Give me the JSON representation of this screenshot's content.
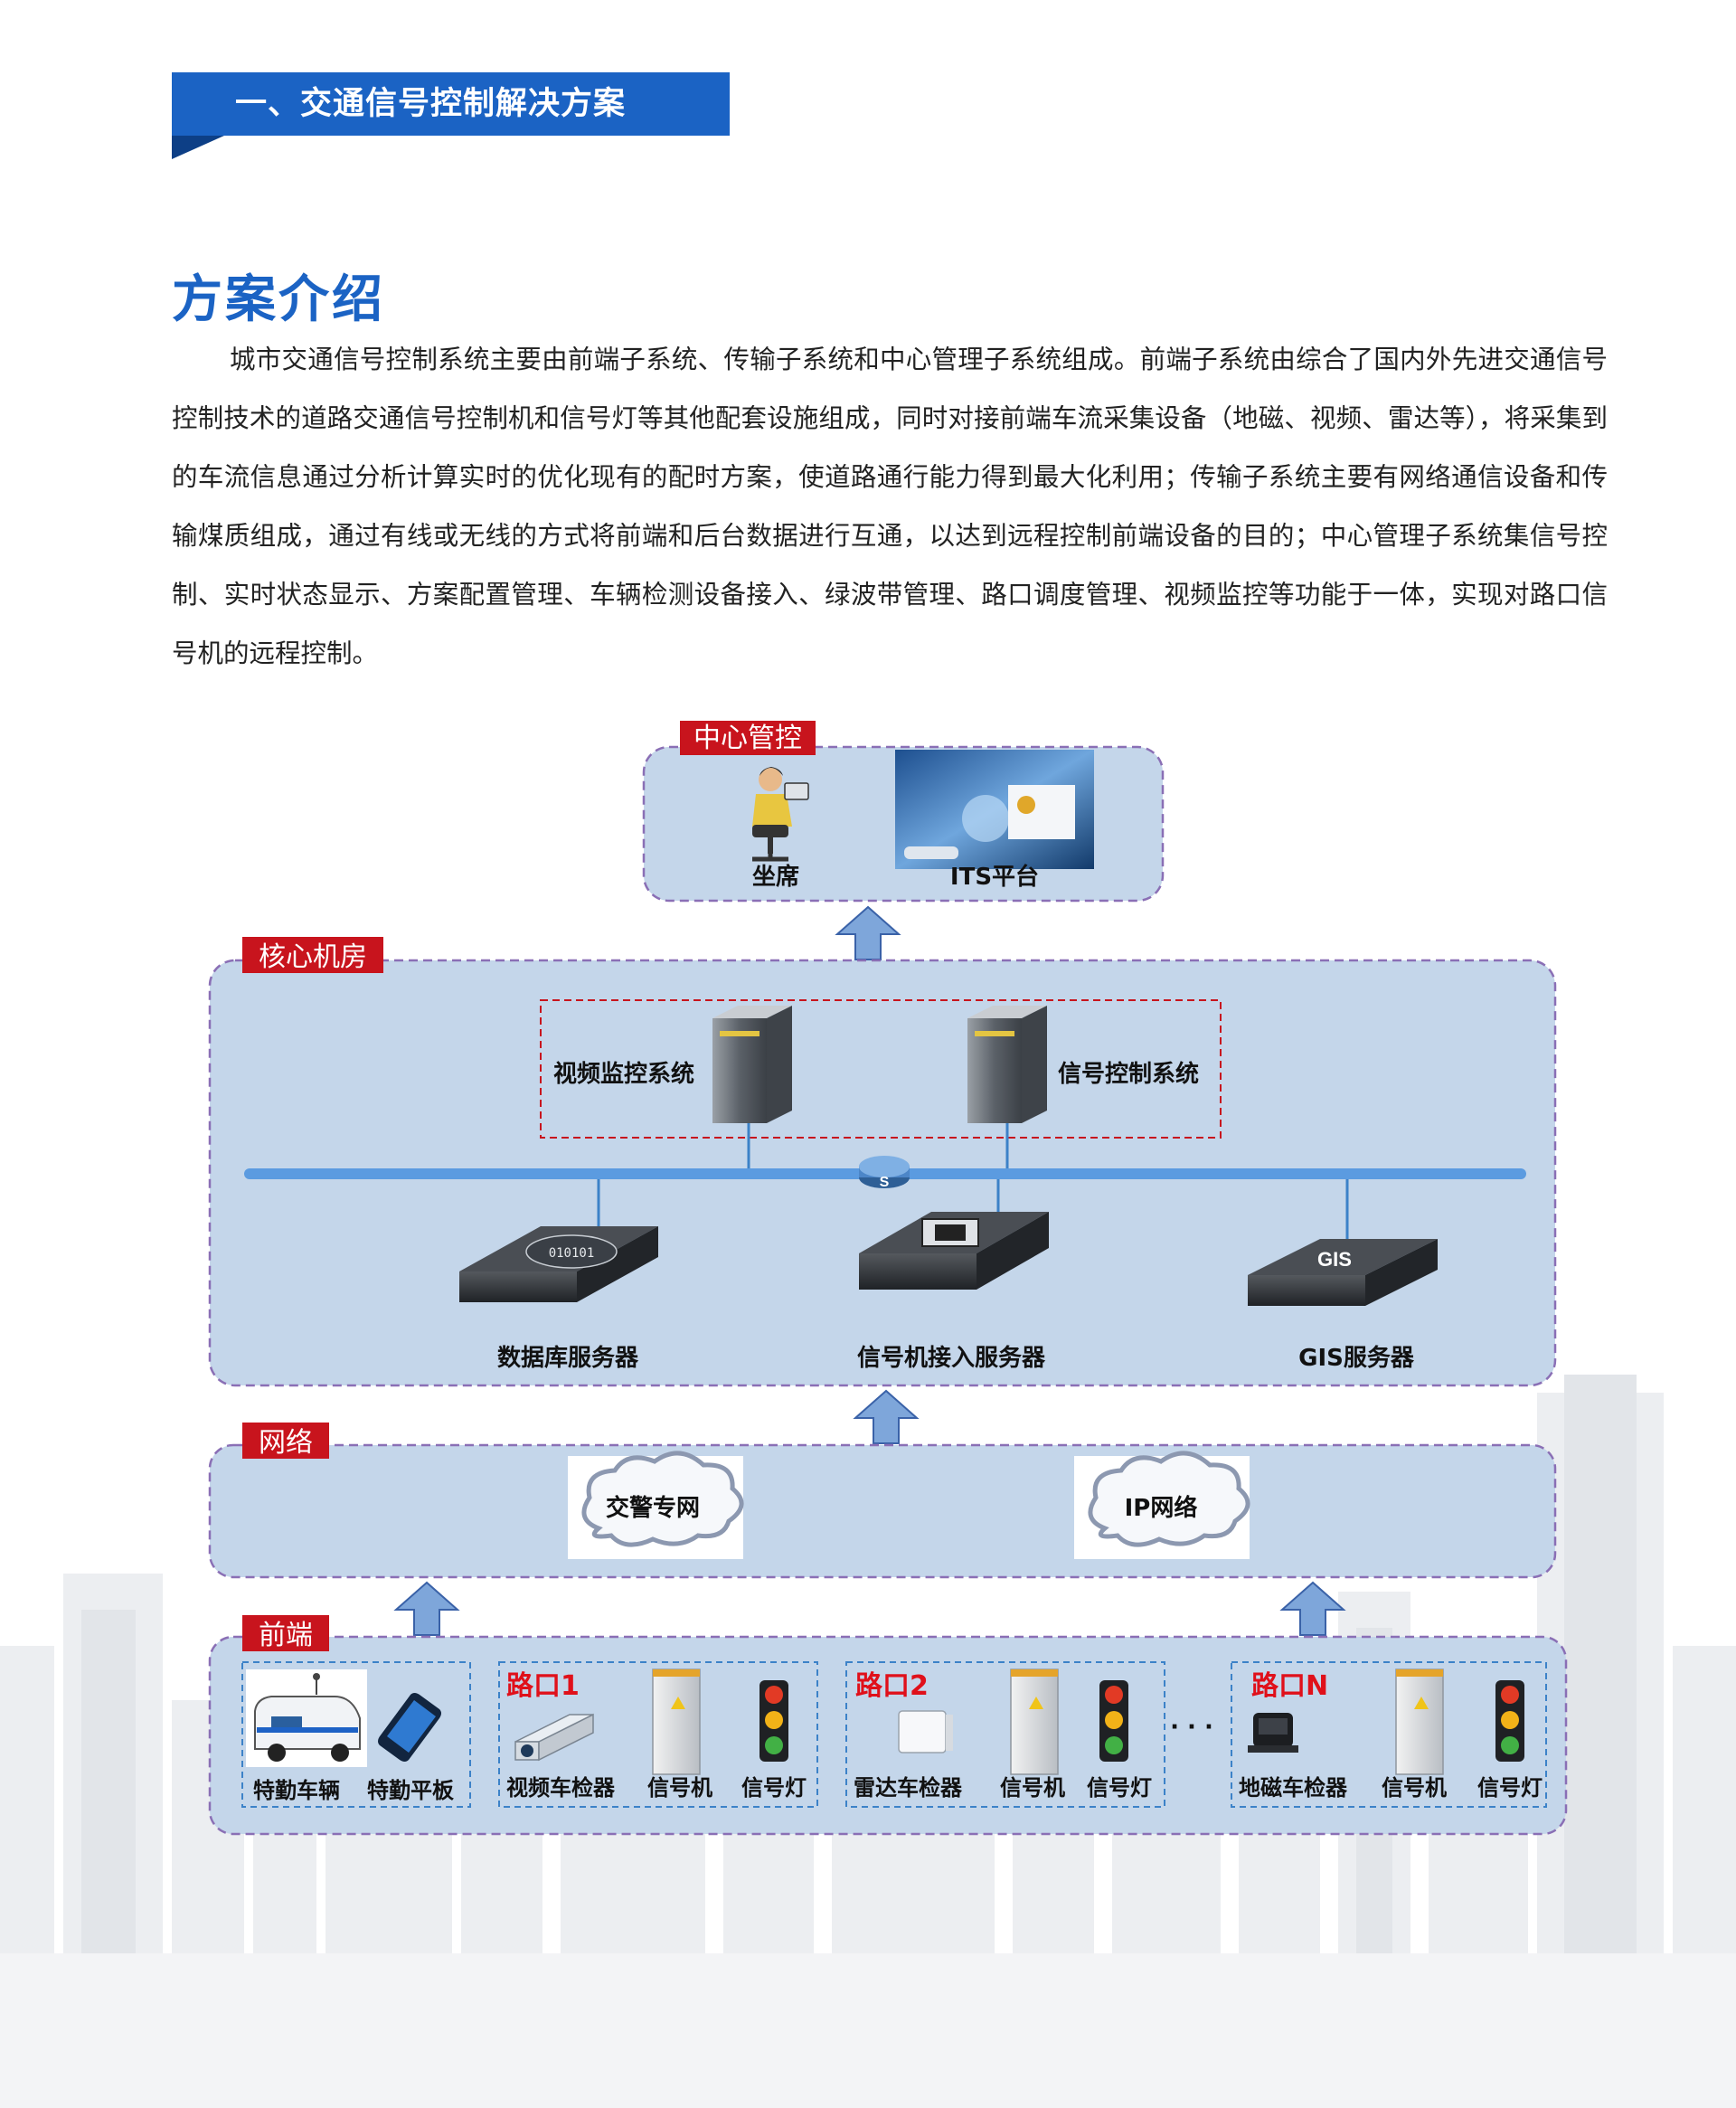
{
  "header": {
    "banner_title": "一、交通信号控制解决方案"
  },
  "intro": {
    "heading": "方案介绍",
    "paragraph": "城市交通信号控制系统主要由前端子系统、传输子系统和中心管理子系统组成。前端子系统由综合了国内外先进交通信号控制技术的道路交通信号控制机和信号灯等其他配套设施组成，同时对接前端车流采集设备（地磁、视频、雷达等），将采集到的车流信息通过分析计算实时的优化现有的配时方案，使道路通行能力得到最大化利用；传输子系统主要有网络通信设备和传输煤质组成，通过有线或无线的方式将前端和后台数据进行互通，以达到远程控制前端设备的目的；中心管理子系统集信号控制、实时状态显示、方案配置管理、车辆检测设备接入、绿波带管理、路口调度管理、视频监控等功能于一体，实现对路口信号机的远程控制。"
  },
  "diagram": {
    "center": {
      "title": "中心管控",
      "seat": "坐席",
      "platform": "ITS平台"
    },
    "core": {
      "title": "核心机房",
      "video_system": "视频监控系统",
      "signal_system": "信号控制系统",
      "switch_glyph": "S",
      "db_server": "数据库服务器",
      "signal_server": "信号机接入服务器",
      "gis_server": "GIS服务器",
      "gis_glyph": "GIS",
      "db_glyph": "010101"
    },
    "network": {
      "title": "网络",
      "police_net": "交警专网",
      "ip_net": "IP网络"
    },
    "front": {
      "title": "前端",
      "special": {
        "vehicle": "特勤车辆",
        "tablet": "特勤平板"
      },
      "crossing1": {
        "title": "路口1",
        "detector": "视频车检器",
        "controller": "信号机",
        "light": "信号灯"
      },
      "crossing2": {
        "title": "路口2",
        "detector": "雷达车检器",
        "controller": "信号机",
        "light": "信号灯"
      },
      "ellipsis": "· · ·",
      "crossingN": {
        "title": "路口N",
        "detector": "地磁车检器",
        "controller": "信号机",
        "light": "信号灯"
      }
    }
  },
  "colors": {
    "brand_blue": "#1b63c4",
    "panel_blue": "#c4d6ea",
    "section_red": "#c8141d",
    "arrow_blue": "#7ea6da"
  }
}
